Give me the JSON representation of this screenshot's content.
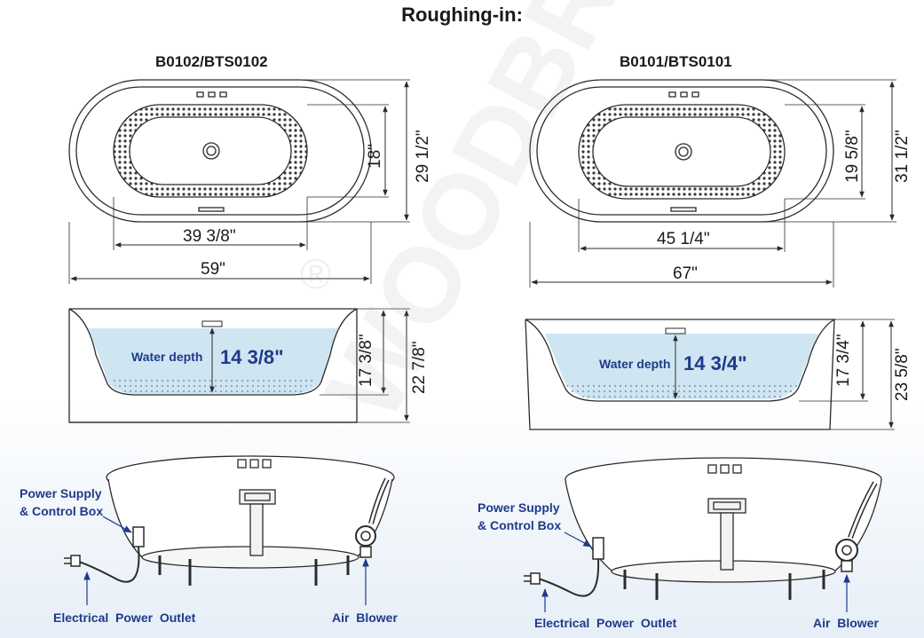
{
  "page_title": "Roughing-in:",
  "watermark": "WOODBRIDGE",
  "registered_mark": "®",
  "models": [
    {
      "name": "B0102/BTS0102",
      "top_view": {
        "overall_length": "59\"",
        "inner_length": "39 3/8\"",
        "inner_width": "18\"",
        "overall_width": "29 1/2\""
      },
      "side_view": {
        "water_depth_label": "Water depth",
        "water_depth_value": "14 3/8\"",
        "interior_depth": "17 3/8\"",
        "overall_height": "22 7/8\""
      },
      "perspective_view": {
        "power_label_line1": "Power Supply",
        "power_label_line2": "& Control Box",
        "outlet_label": "Electrical  Power  Outlet",
        "blower_label": "Air  Blower"
      }
    },
    {
      "name": "B0101/BTS0101",
      "top_view": {
        "overall_length": "67\"",
        "inner_length": "45 1/4\"",
        "inner_width": "19 5/8\"",
        "overall_width": "31 1/2\""
      },
      "side_view": {
        "water_depth_label": "Water depth",
        "water_depth_value": "14 3/4\"",
        "interior_depth": "17 3/4\"",
        "overall_height": "23 5/8\""
      },
      "perspective_view": {
        "power_label_line1": "Power Supply",
        "power_label_line2": "& Control Box",
        "outlet_label": "Electrical  Power  Outlet",
        "blower_label": "Air  Blower"
      }
    }
  ],
  "colors": {
    "line": "#2b2b2b",
    "water": "#cfe6f2",
    "callout_text": "#1f3a8a",
    "background_bottom": "#e6eef7"
  }
}
